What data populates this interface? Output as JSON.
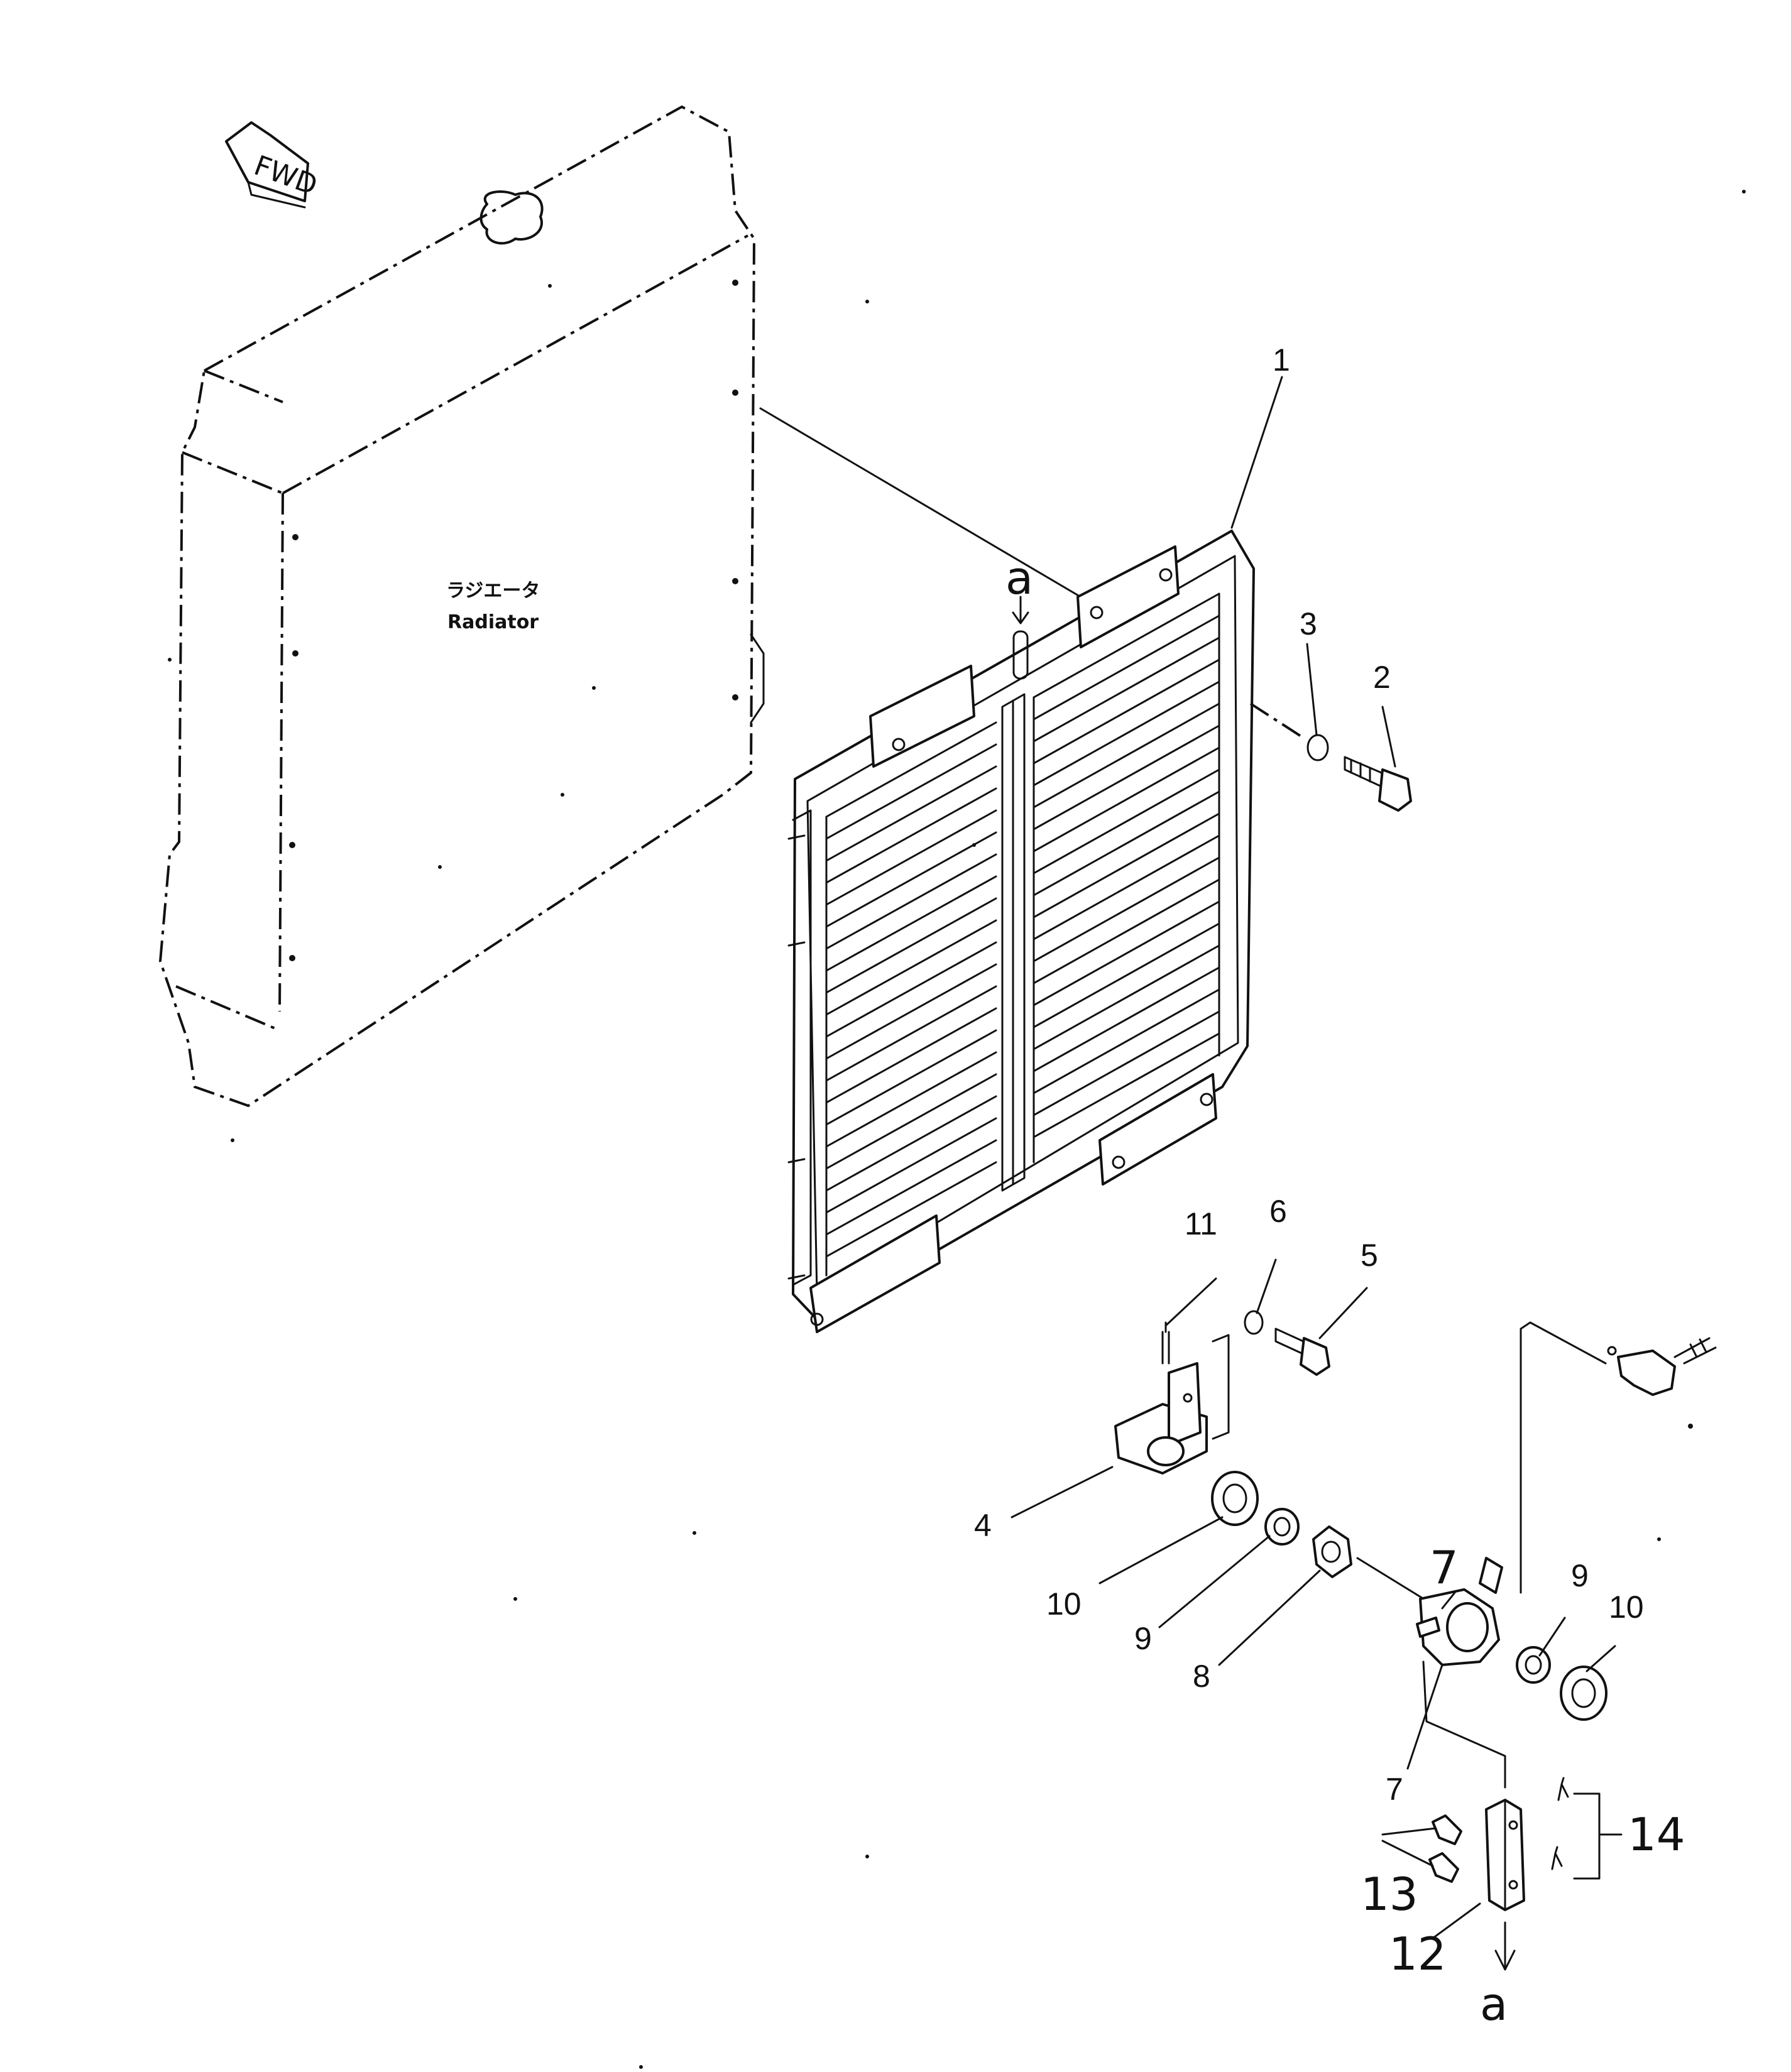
{
  "diagram": {
    "fwd_label": "FWD",
    "radiator_label_jp": "ラジエータ",
    "radiator_label_en": "Radiator",
    "view_marker_top": "a",
    "view_marker_bottom": "a",
    "callouts": {
      "c1": "1",
      "c2": "2",
      "c3": "3",
      "c4": "4",
      "c5": "5",
      "c6": "6",
      "c7a": "7",
      "c7b": "7",
      "c8": "8",
      "c9a": "9",
      "c9b": "9",
      "c10a": "10",
      "c10b": "10",
      "c11": "11",
      "c12": "12",
      "c13": "13",
      "c14": "14"
    }
  }
}
